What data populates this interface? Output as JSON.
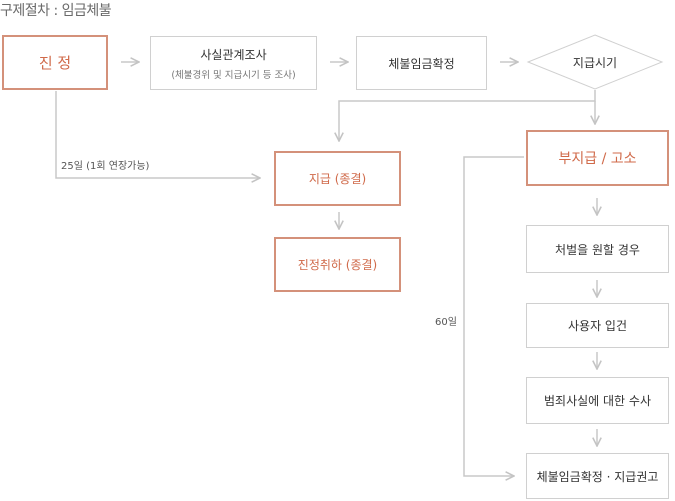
{
  "title": "구제절차 : 임금체불",
  "nodes": {
    "petition": "진 정",
    "fact_check": "사실관계조사",
    "fact_check_sub": "(체불경위 및 지급시기 등 조사)",
    "confirm": "체불임금확정",
    "pay_timing": "지급시기",
    "paid": "지급 (종결)",
    "withdraw": "진정취하 (종결)",
    "nonpay": "부지급 / 고소",
    "wish_punish": "처벌을 원할 경우",
    "employer_stance": "사용자 입건",
    "investigation": "범죄사실에 대한 수사",
    "final": "체불임금확정 · 지급권고"
  },
  "labels": {
    "days25": "25일 (1회 연장가능)",
    "days60": "60일"
  },
  "colors": {
    "accent": "#d06a4a",
    "accent_border": "#d4917a",
    "box_border": "#d0d0d0",
    "line": "#c8c8c8"
  }
}
